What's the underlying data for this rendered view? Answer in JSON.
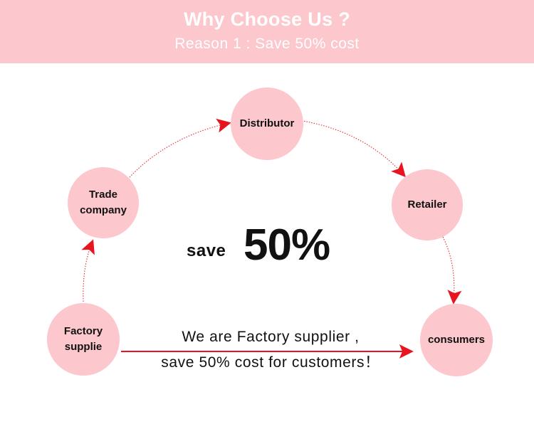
{
  "header": {
    "title": "Why Choose Us ?",
    "subtitle": "Reason 1 : Save 50% cost"
  },
  "nodes": {
    "factory": "Factory\nsupplie",
    "trade": "Trade\ncompany",
    "distributor": "Distributor",
    "retailer": "Retailer",
    "consumers": "consumers"
  },
  "savings": {
    "word": "save",
    "percent": "50%"
  },
  "message": {
    "line1": "We are Factory supplier ,",
    "line2": "save 50% cost for customers！"
  },
  "colors": {
    "header_bg": "#fcc7cd",
    "node_bg": "#fcc7cd",
    "arrow": "#e8141e",
    "text": "#111111"
  }
}
